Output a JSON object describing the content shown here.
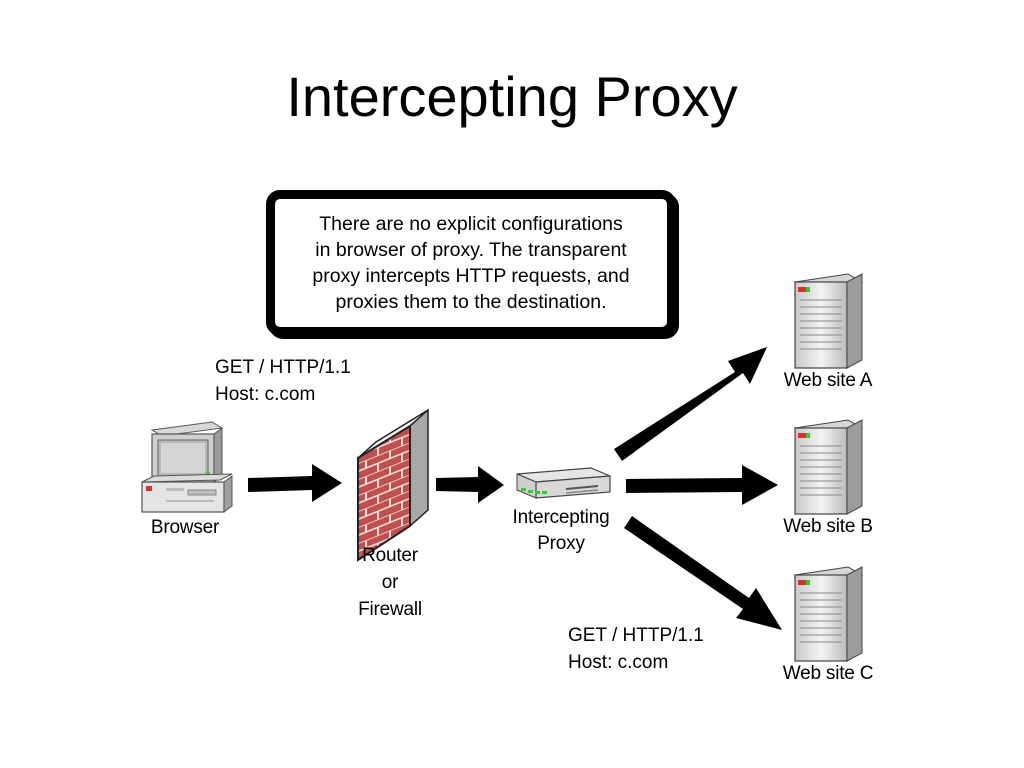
{
  "title": "Intercepting Proxy",
  "callout": {
    "lines": [
      "There are no explicit configurations",
      "in browser of proxy. The transparent",
      "proxy intercepts HTTP requests, and",
      "proxies them to the destination."
    ]
  },
  "request_top": {
    "line1": "GET / HTTP/1.1",
    "line2": "Host: c.com"
  },
  "request_bottom": {
    "line1": "GET / HTTP/1.1",
    "line2": "Host: c.com"
  },
  "nodes": {
    "browser": {
      "label": "Browser",
      "icon": "desktop-computer-icon"
    },
    "router": {
      "line1": "Router",
      "line2": "or",
      "line3": "Firewall",
      "icon": "brick-firewall-icon"
    },
    "proxy": {
      "line1": "Intercepting",
      "line2": "Proxy",
      "icon": "network-appliance-icon"
    },
    "site_a": {
      "label": "Web site A",
      "icon": "server-tower-icon"
    },
    "site_b": {
      "label": "Web site B",
      "icon": "server-tower-icon"
    },
    "site_c": {
      "label": "Web site C",
      "icon": "server-tower-icon"
    }
  },
  "colors": {
    "brick": "#c0504d",
    "mortar": "#f2f2f2",
    "arrow": "#000000",
    "led_green": "#33cc33",
    "led_red": "#d9302c"
  }
}
